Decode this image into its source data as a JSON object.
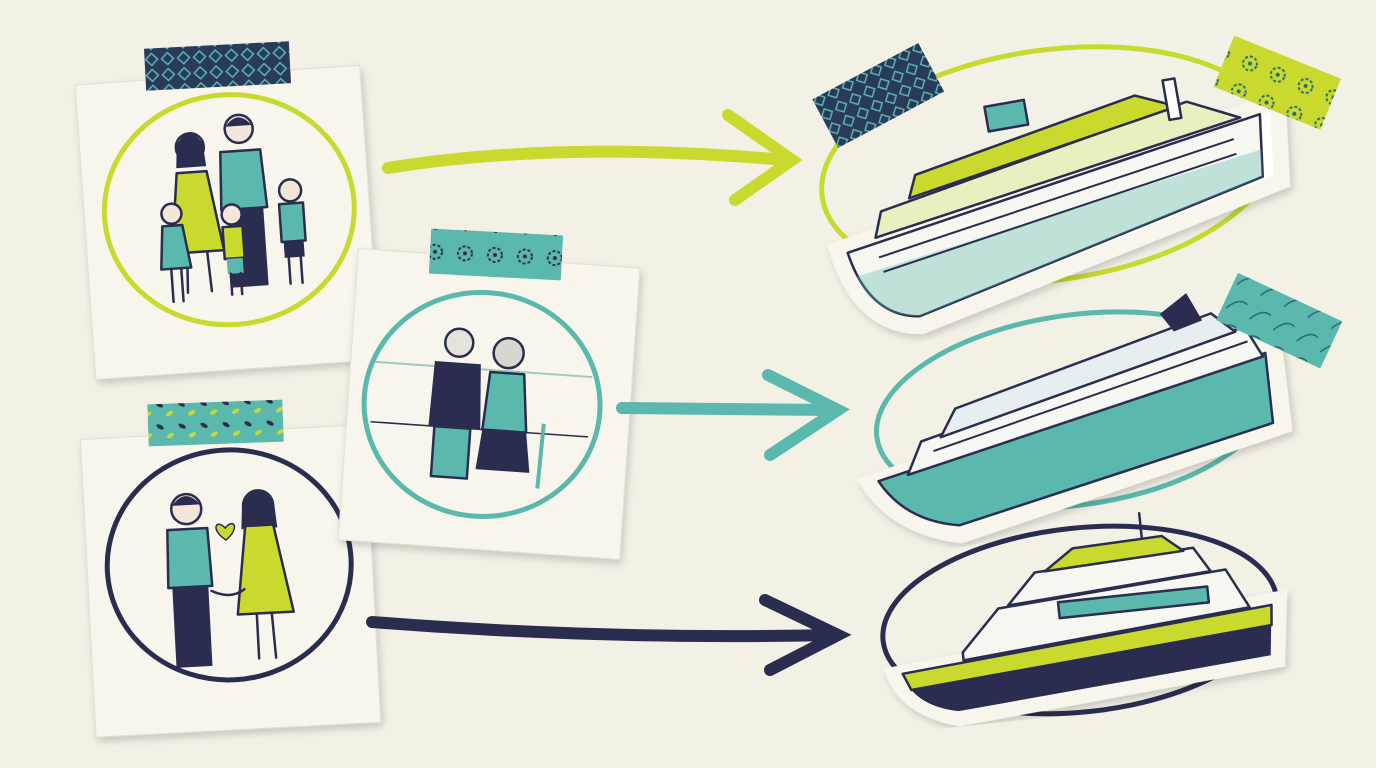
{
  "colors": {
    "background": "#f3f1e6",
    "lime": "#c9d92e",
    "teal": "#5bb8ad",
    "navy": "#2a2d4f",
    "paper": "#f8f6ec"
  },
  "groups": [
    {
      "traveler": "family-with-kids",
      "accent": "lime",
      "ship": "mega-cruise-ship"
    },
    {
      "traveler": "senior-couple",
      "accent": "teal",
      "ship": "mid-size-cruise-ship"
    },
    {
      "traveler": "young-couple",
      "accent": "navy",
      "ship": "luxury-yacht"
    }
  ],
  "icons": [
    "family-icon",
    "senior-couple-icon",
    "couple-heart-icon",
    "arrow-icon",
    "cruise-ship-icon",
    "yacht-icon",
    "washi-tape-icon"
  ]
}
